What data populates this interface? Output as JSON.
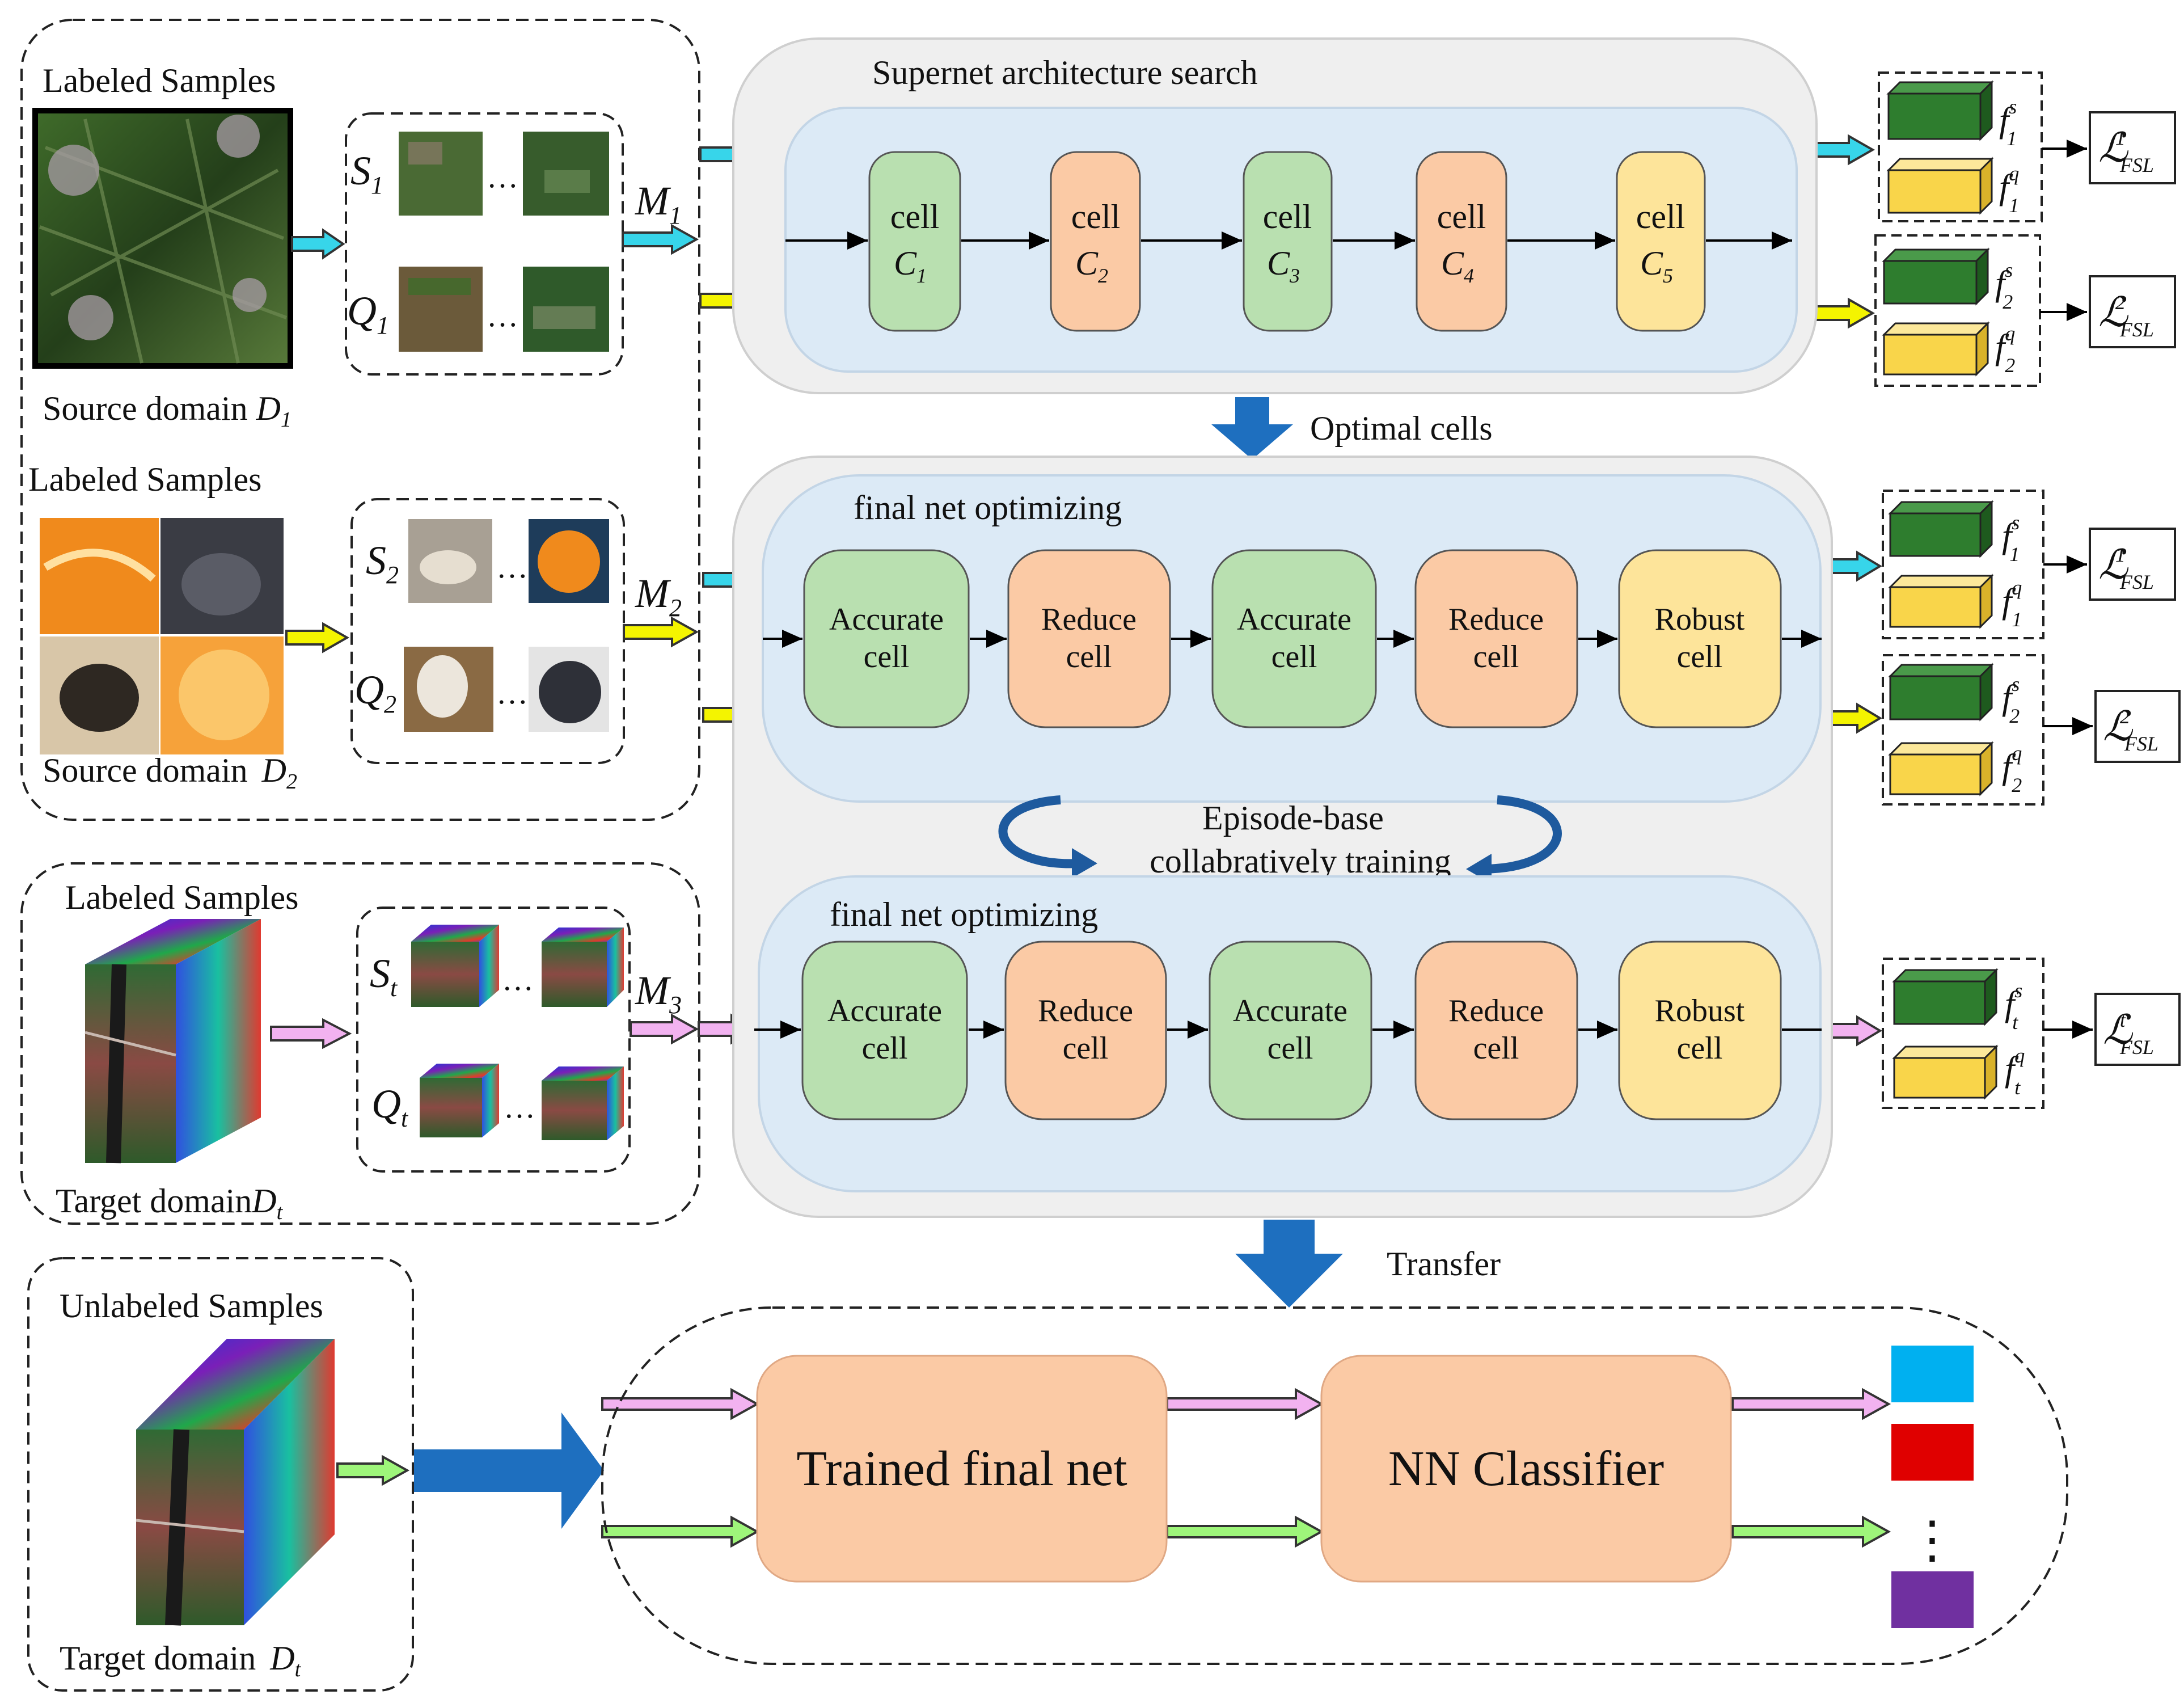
{
  "colors": {
    "green_cell": "#b9e0b0",
    "orange_cell": "#fbcaa5",
    "yellow_cell": "#fde49a",
    "panel_blue": "#dceaf6",
    "panel_gray": "#efefef",
    "arrow_cyan": "#37d5ea",
    "arrow_yellow": "#f4f400",
    "arrow_pink": "#f2b2f0",
    "arrow_green": "#9ef57a",
    "big_arrow_blue": "#1e6fbf",
    "feat_green": "#2e7d2e",
    "feat_yellow": "#f9d54a",
    "out_cyan": "#00b0f0",
    "out_red": "#e00000",
    "out_purple": "#7030a0"
  },
  "left": {
    "labeled1": "Labeled Samples",
    "source1": "Source domain",
    "source1_sym": "D",
    "source1_sub": "1",
    "labeled2": "Labeled Samples",
    "source2": "Source domain",
    "source2_sym": "D",
    "source2_sub": "2",
    "labeled3": "Labeled Samples",
    "target3": "Target domain",
    "target3_sym": "D",
    "target3_sub": "t",
    "unlabeled": "Unlabeled Samples",
    "target4": "Target domain",
    "target4_sym": "D",
    "target4_sub": "t"
  },
  "sets": {
    "s1": "S",
    "s1_sub": "1",
    "q1": "Q",
    "q1_sub": "1",
    "s2": "S",
    "s2_sub": "2",
    "q2": "Q",
    "q2_sub": "2",
    "st": "S",
    "st_sub": "t",
    "qt": "Q",
    "qt_sub": "t",
    "ellipsis": "…",
    "m1": "M",
    "m1_sub": "1",
    "m2": "M",
    "m2_sub": "2",
    "m3": "M",
    "m3_sub": "3"
  },
  "supernet": {
    "title": "Supernet architecture search",
    "cells": [
      {
        "word": "cell",
        "sym": "C",
        "sub": "1"
      },
      {
        "word": "cell",
        "sym": "C",
        "sub": "2"
      },
      {
        "word": "cell",
        "sym": "C",
        "sub": "3"
      },
      {
        "word": "cell",
        "sym": "C",
        "sub": "4"
      },
      {
        "word": "cell",
        "sym": "C",
        "sub": "5"
      }
    ]
  },
  "optimal_cells": "Optimal cells",
  "final_net_1": {
    "title": "final net optimizing",
    "cells": [
      {
        "l1": "Accurate",
        "l2": "cell"
      },
      {
        "l1": "Reduce",
        "l2": "cell"
      },
      {
        "l1": "Accurate",
        "l2": "cell"
      },
      {
        "l1": "Reduce",
        "l2": "cell"
      },
      {
        "l1": "Robust",
        "l2": "cell"
      }
    ]
  },
  "episode": {
    "line1": "Episode-base",
    "line2": "collabratively training"
  },
  "final_net_2": {
    "title": "final net optimizing",
    "cells": [
      {
        "l1": "Accurate",
        "l2": "cell"
      },
      {
        "l1": "Reduce",
        "l2": "cell"
      },
      {
        "l1": "Accurate",
        "l2": "cell"
      },
      {
        "l1": "Reduce",
        "l2": "cell"
      },
      {
        "l1": "Robust",
        "l2": "cell"
      }
    ]
  },
  "features": {
    "f": "f",
    "sup_s": "s",
    "sup_q": "q",
    "sub_1": "1",
    "sub_2": "2",
    "sub_t": "t"
  },
  "loss": {
    "sym": "ℒ",
    "sub": "FSL",
    "sup_1": "1",
    "sup_2": "2",
    "sup_t": "t"
  },
  "transfer": "Transfer",
  "bottom": {
    "trained": "Trained final net",
    "classifier": "NN Classifier",
    "dots": "⋮"
  }
}
